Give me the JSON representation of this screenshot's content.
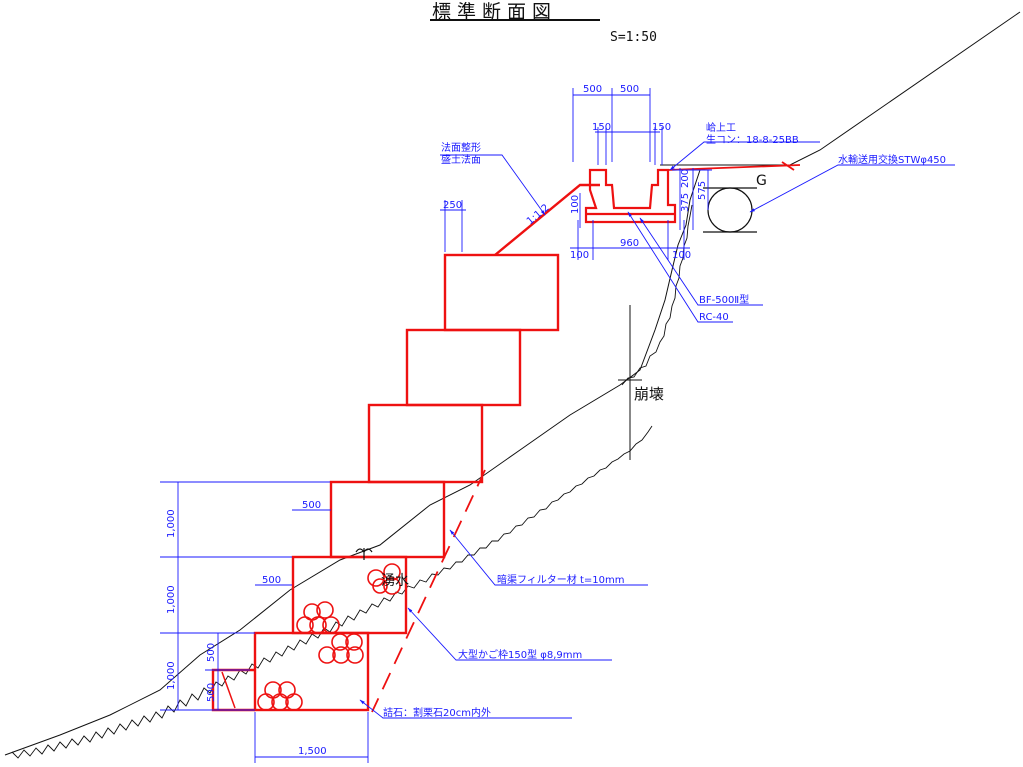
{
  "title": "標準断面図",
  "scale": "S=1:50",
  "notes": {
    "slope_shaping_1": "法面整形",
    "slope_shaping_2": "盛土法面",
    "gutter_work_1": "峆上工",
    "gutter_work_2": "生コン：18-8-25BB",
    "water_pipe": "水輸送用交換STWφ450",
    "gutter_type": "BF-500Ⅱ型",
    "base": "RC-40",
    "filter": "暗渠フィルター材 t=10mm",
    "gabion": "大型かご枠150型 φ8,9mm",
    "fill_stone": "詰石：割栗石20cm内外",
    "collapse": "崩壊",
    "spring": "湧水",
    "g_label": "G",
    "slope_ratio": "1:1.2"
  },
  "dimensions": {
    "d500a": "500",
    "d500b": "500",
    "d150a": "150",
    "d150b": "150",
    "d100v": "100",
    "d100a": "100",
    "d960": "960",
    "d100b": "100",
    "d375": "375",
    "d200": "200",
    "d575": "575",
    "d250": "250",
    "d500_mid": "500",
    "d500_low": "500",
    "d1000_a": "1,000",
    "d1000_b": "1,000",
    "d1000_c": "1,000",
    "d500_v1": "500",
    "d500_v2": "500",
    "d1500": "1,500"
  },
  "colors": {
    "structure": "#ee1111",
    "dimension": "#1a1aff",
    "ground": "#111111"
  }
}
